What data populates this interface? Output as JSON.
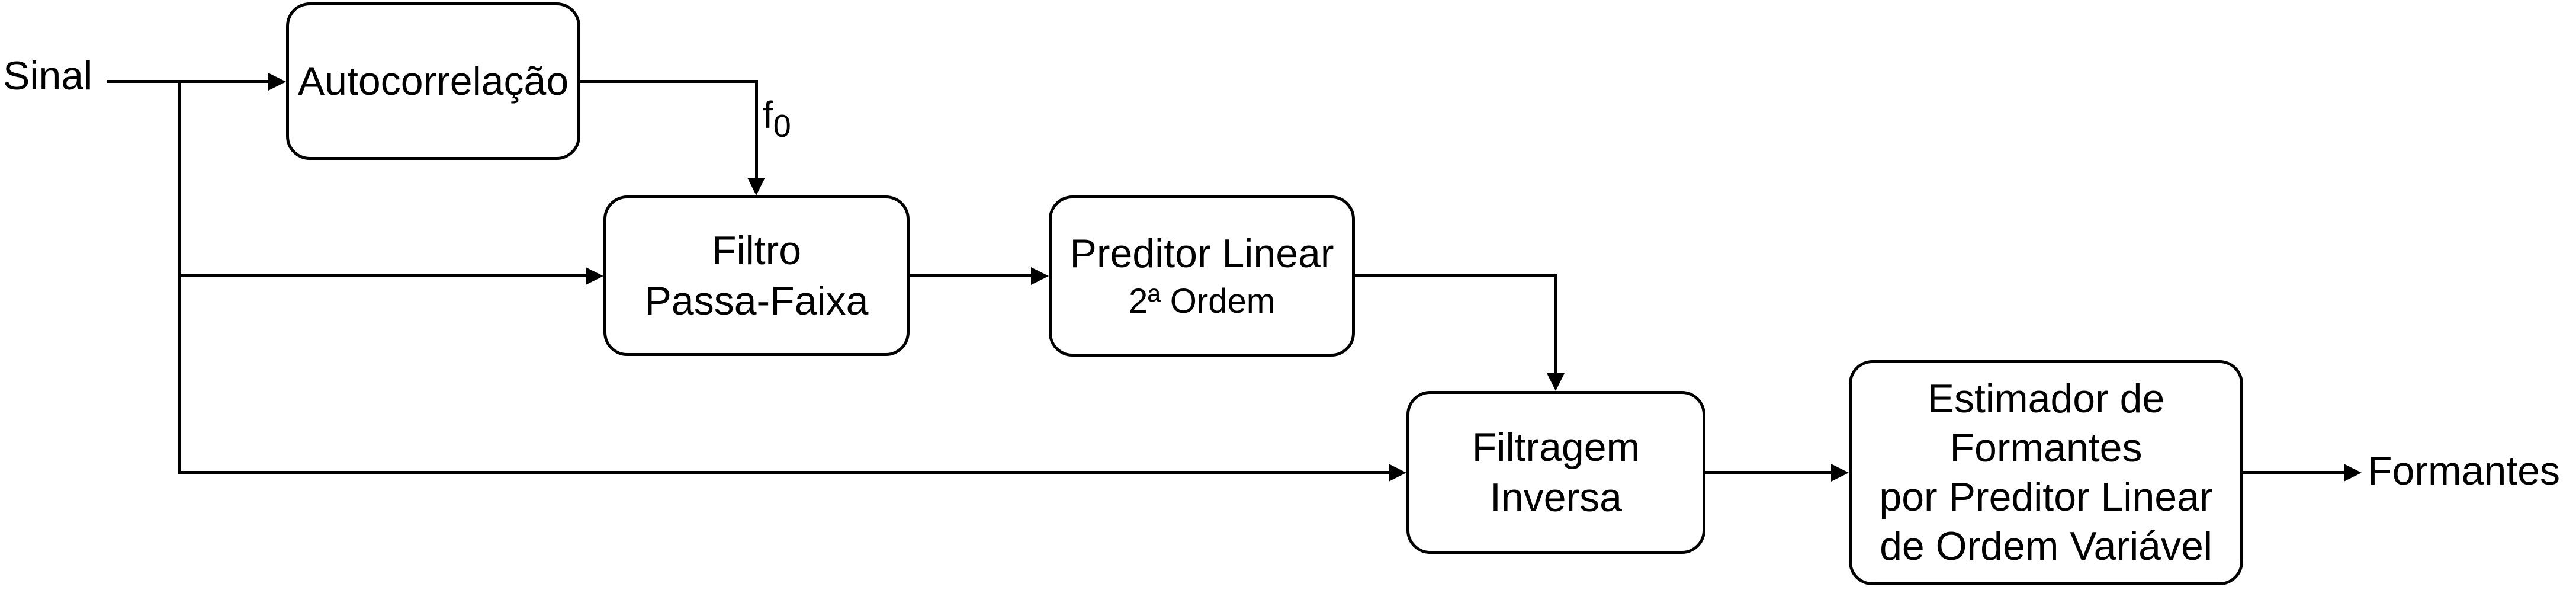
{
  "diagram": {
    "input_label": "Sinal",
    "output_label": "Formantes",
    "pitch_label": {
      "base": "f",
      "sub": "0"
    },
    "blocks": {
      "autocorrelacao": {
        "label": "Autocorrelação"
      },
      "filtro_passa_faixa": {
        "line1": "Filtro",
        "line2": "Passa-Faixa"
      },
      "preditor_linear": {
        "title": "Preditor Linear",
        "subtitle": "2ª Ordem"
      },
      "filtragem_inversa": {
        "line1": "Filtragem",
        "line2": "Inversa"
      },
      "estimador_formantes": {
        "line1": "Estimador de",
        "line2": "Formantes",
        "line3": "por Preditor Linear",
        "line4": "de Ordem Variável"
      }
    },
    "colors": {
      "stroke": "#000000",
      "background": "#ffffff",
      "box_fill": "#ffffff"
    },
    "icons": {
      "arrowhead_right": "▶",
      "arrowhead_down": "▼"
    }
  }
}
